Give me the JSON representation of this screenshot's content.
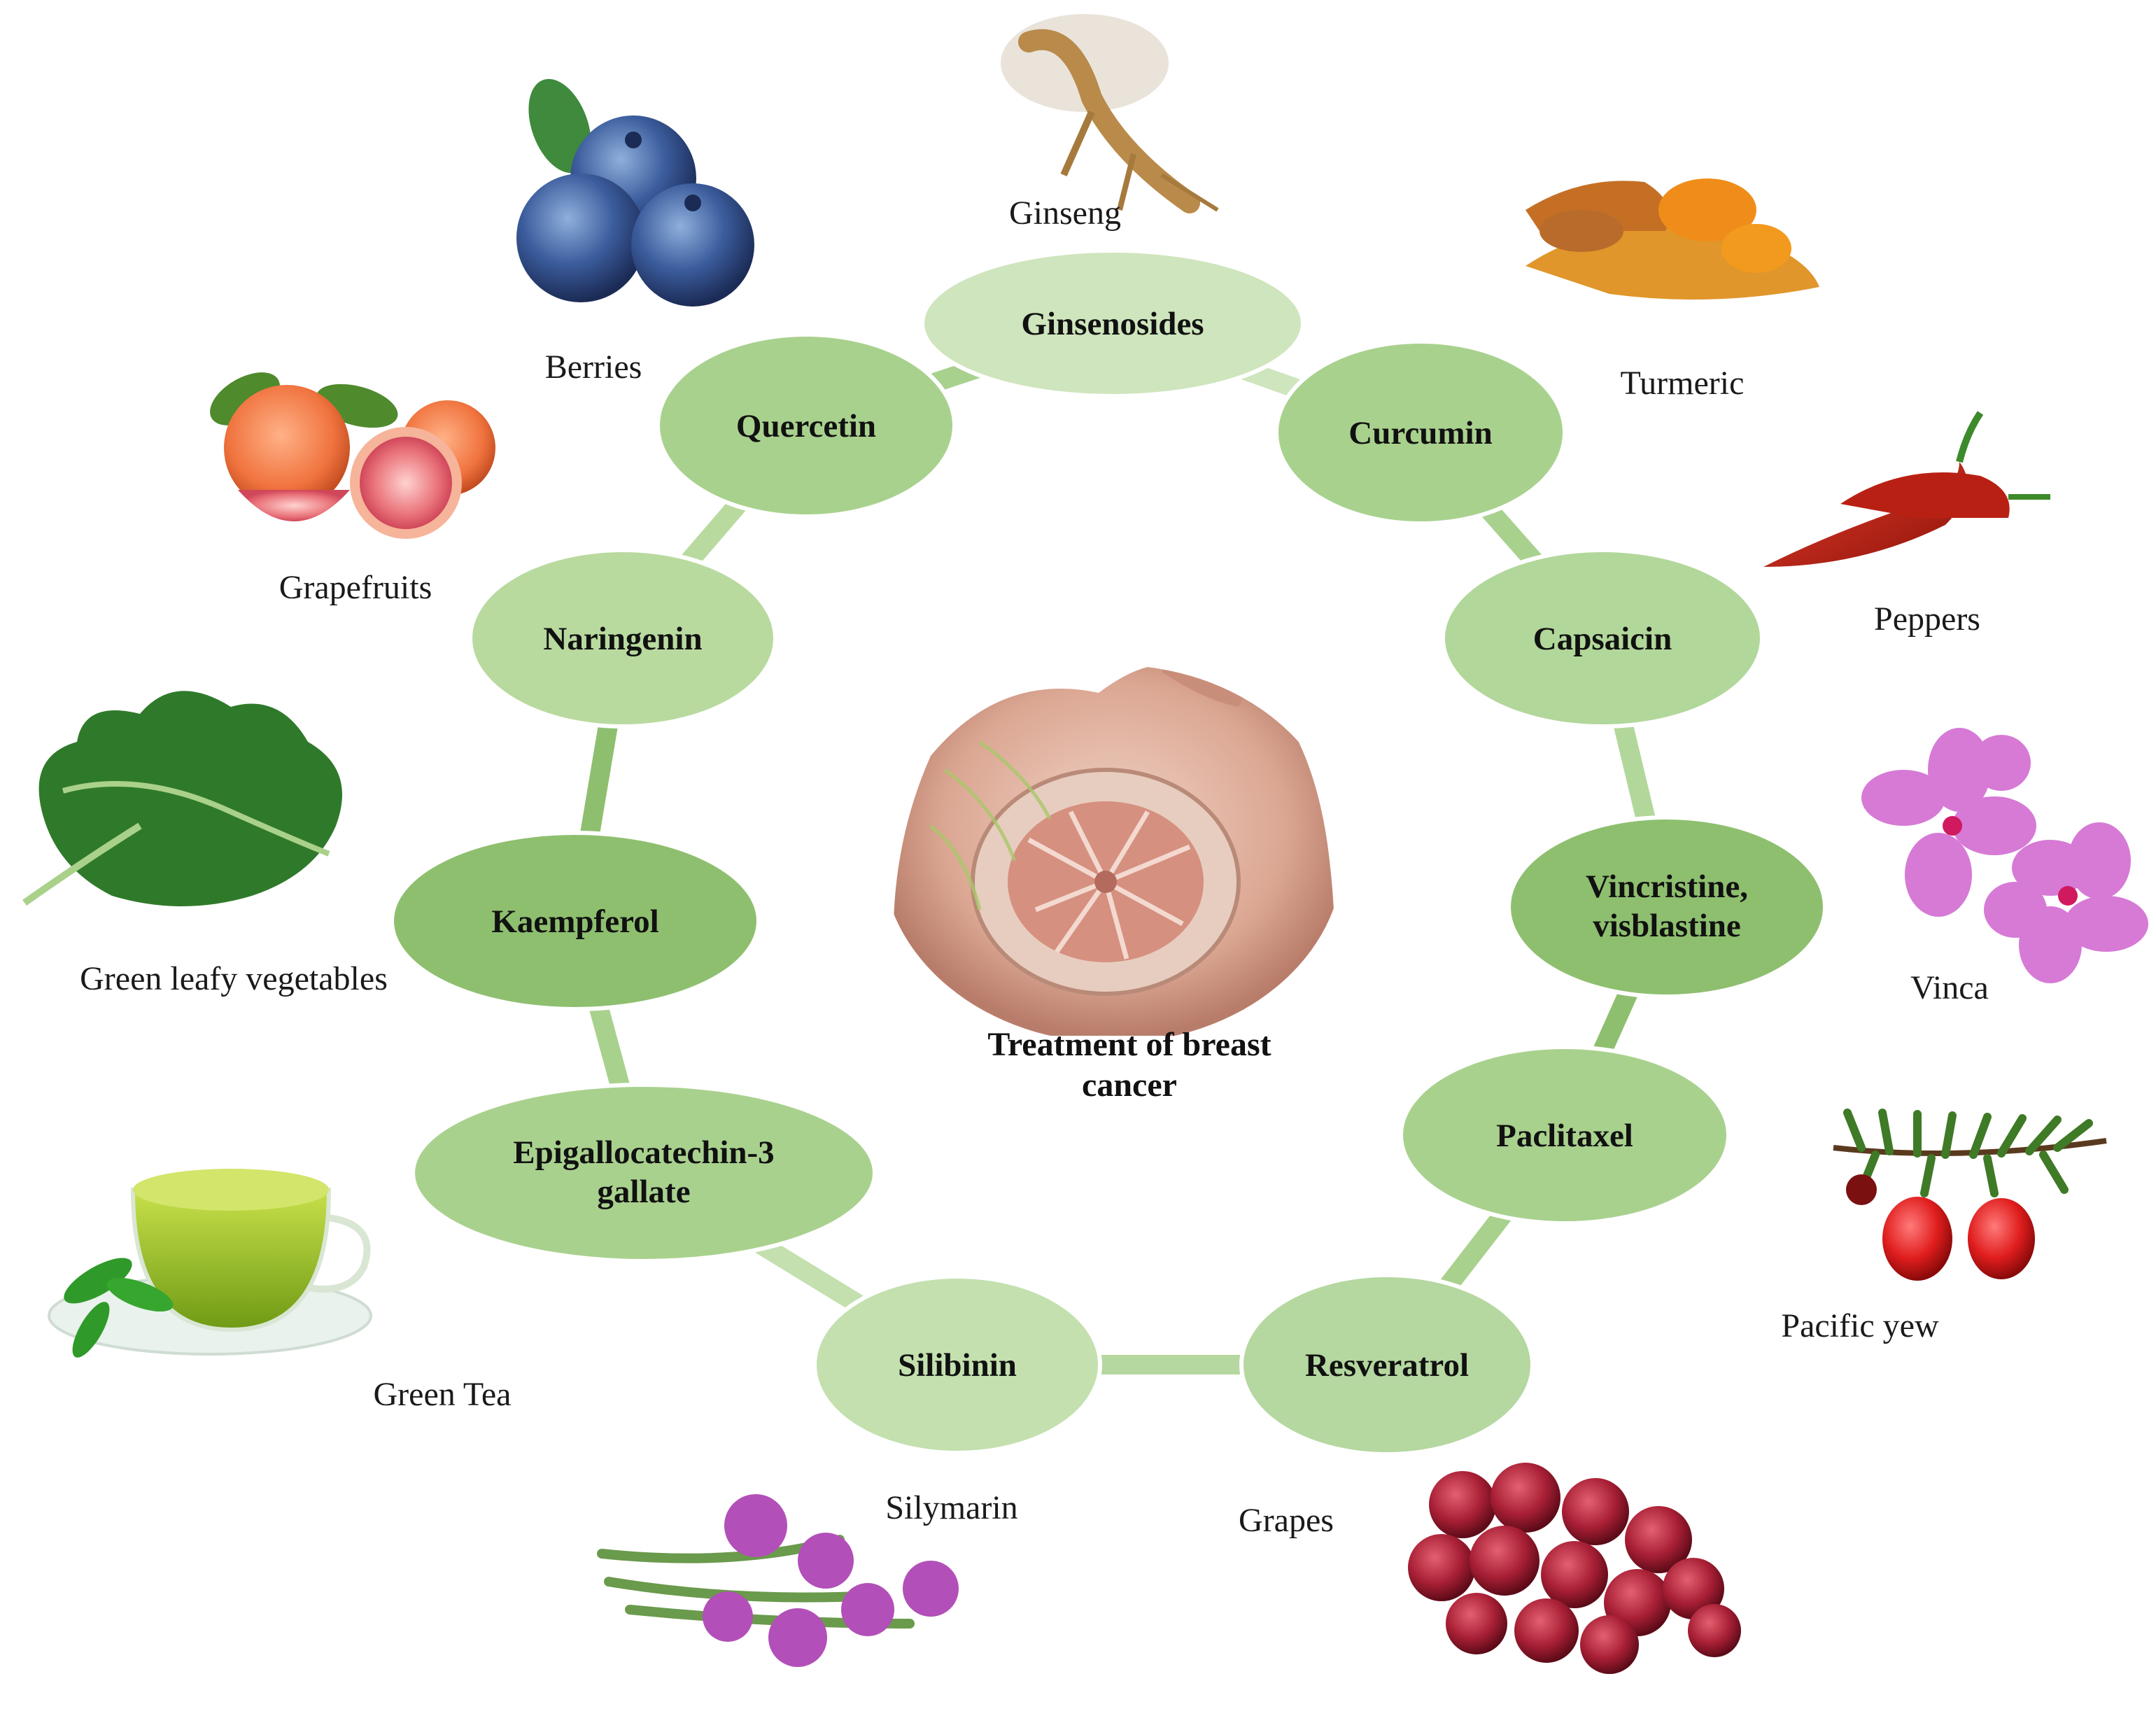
{
  "center": {
    "title_line1": "Treatment of breast",
    "title_line2": "cancer"
  },
  "compounds": [
    {
      "name": "Ginsenosides",
      "shade": "#cfe5bd"
    },
    {
      "name": "Curcumin",
      "shade": "#a9d18e"
    },
    {
      "name": "Capsaicin",
      "shade": "#b2d79a"
    },
    {
      "name": "Vincristine,",
      "name2": "visblastine",
      "shade": "#8ebf6f"
    },
    {
      "name": "Paclitaxel",
      "shade": "#a9d18e"
    },
    {
      "name": "Resveratrol",
      "shade": "#b5d7a0"
    },
    {
      "name": "Silibinin",
      "shade": "#c3e0ae"
    },
    {
      "name": "Epigallocatechin-3",
      "name2": "gallate",
      "shade": "#a9d18e"
    },
    {
      "name": "Kaempferol",
      "shade": "#8ebf6f"
    },
    {
      "name": "Naringenin",
      "shade": "#b9da9f"
    },
    {
      "name": "Quercetin",
      "shade": "#a9d18e"
    }
  ],
  "sources": [
    {
      "label": "Ginseng",
      "icon": "ginseng-root-icon"
    },
    {
      "label": "Turmeric",
      "icon": "turmeric-icon"
    },
    {
      "label": "Peppers",
      "icon": "chili-pepper-icon"
    },
    {
      "label": "Vinca",
      "icon": "vinca-flower-icon"
    },
    {
      "label": "Pacific yew",
      "icon": "yew-berry-icon"
    },
    {
      "label": "Grapes",
      "icon": "grapes-icon"
    },
    {
      "label": "Silymarin",
      "icon": "milk-thistle-icon"
    },
    {
      "label": "Green Tea",
      "icon": "green-tea-cup-icon"
    },
    {
      "label": "Green leafy vegetables",
      "icon": "kale-icon"
    },
    {
      "label": "Grapefruits",
      "icon": "grapefruit-icon"
    },
    {
      "label": "Berries",
      "icon": "blueberries-icon"
    }
  ],
  "colors": {
    "ring": "#a9d18e",
    "node_stroke": "#ffffff",
    "skin": "#d7a391",
    "tissue": "#e6c7b8"
  }
}
